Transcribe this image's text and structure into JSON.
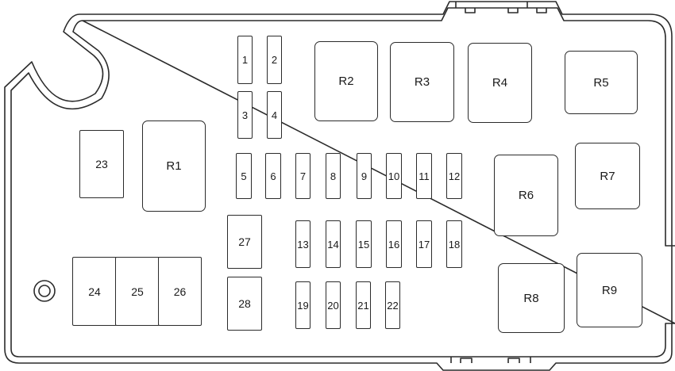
{
  "fuse_box": {
    "fuses": [
      {
        "id": "f1",
        "label": "1"
      },
      {
        "id": "f2",
        "label": "2"
      },
      {
        "id": "f3",
        "label": "3"
      },
      {
        "id": "f4",
        "label": "4"
      },
      {
        "id": "f5",
        "label": "5"
      },
      {
        "id": "f6",
        "label": "6"
      },
      {
        "id": "f7",
        "label": "7"
      },
      {
        "id": "f8",
        "label": "8"
      },
      {
        "id": "f9",
        "label": "9"
      },
      {
        "id": "f10",
        "label": "10"
      },
      {
        "id": "f11",
        "label": "11"
      },
      {
        "id": "f12",
        "label": "12"
      },
      {
        "id": "f13",
        "label": "13"
      },
      {
        "id": "f14",
        "label": "14"
      },
      {
        "id": "f15",
        "label": "15"
      },
      {
        "id": "f16",
        "label": "16"
      },
      {
        "id": "f17",
        "label": "17"
      },
      {
        "id": "f18",
        "label": "18"
      },
      {
        "id": "f19",
        "label": "19"
      },
      {
        "id": "f20",
        "label": "20"
      },
      {
        "id": "f21",
        "label": "21"
      },
      {
        "id": "f22",
        "label": "22"
      },
      {
        "id": "f23",
        "label": "23"
      },
      {
        "id": "f24",
        "label": "24"
      },
      {
        "id": "f25",
        "label": "25"
      },
      {
        "id": "f26",
        "label": "26"
      },
      {
        "id": "f27",
        "label": "27"
      },
      {
        "id": "f28",
        "label": "28"
      }
    ],
    "relays": [
      {
        "id": "r1",
        "label": "R1"
      },
      {
        "id": "r2",
        "label": "R2"
      },
      {
        "id": "r3",
        "label": "R3"
      },
      {
        "id": "r4",
        "label": "R4"
      },
      {
        "id": "r5",
        "label": "R5"
      },
      {
        "id": "r6",
        "label": "R6"
      },
      {
        "id": "r7",
        "label": "R7"
      },
      {
        "id": "r8",
        "label": "R8"
      },
      {
        "id": "r9",
        "label": "R9"
      }
    ]
  }
}
